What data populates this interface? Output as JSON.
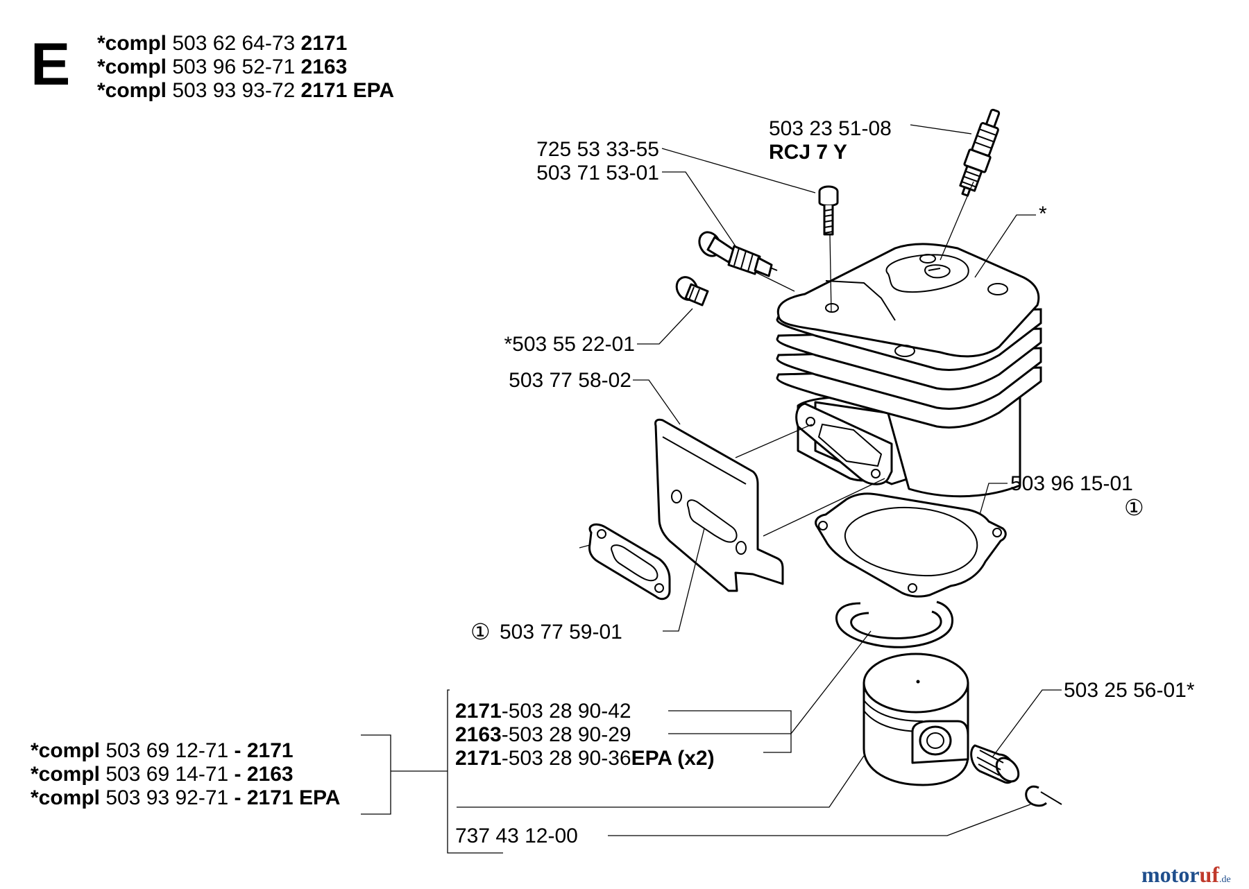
{
  "section": "E",
  "top_kits": [
    {
      "pre": "*compl",
      "num": "503 62 64-73",
      "model": "2171"
    },
    {
      "pre": "*compl",
      "num": "503 96 52-71",
      "model": "2163"
    },
    {
      "pre": "*compl",
      "num": "503 93 93-72",
      "model": "2171 EPA"
    }
  ],
  "spark_plug": {
    "num": "503 23 51-08",
    "type": "RCJ 7 Y"
  },
  "screw": "725 53 33-55",
  "decomp_valve": "503 71 53-01",
  "plug": "*503 55 22-01",
  "heat_shield": "503 77 58-02",
  "cylinder_mark": "*",
  "base_gasket": {
    "num": "503 96 15-01",
    "mark": "①"
  },
  "exhaust_gasket": {
    "mark": "①",
    "num": "503 77 59-01"
  },
  "needle_bearing": "503 25 56-01*",
  "piston_variants": [
    {
      "model": "2171",
      "num": "-503 28 90-42",
      "suffix": ""
    },
    {
      "model": "2163",
      "num": "-503 28 90-29",
      "suffix": ""
    },
    {
      "model": "2171",
      "num": "-503 28 90-36",
      "suffix": "EPA (x2)"
    }
  ],
  "piston_kits": [
    {
      "pre": "*compl",
      "num": "503 69 12-71",
      "sep": "- ",
      "model": "2171"
    },
    {
      "pre": "*compl",
      "num": "503 69 14-71",
      "sep": "- ",
      "model": "2163"
    },
    {
      "pre": "*compl",
      "num": "503 93 92-71",
      "sep": "- ",
      "model": "2171 EPA"
    }
  ],
  "circlip": "737 43 12-00",
  "watermark": {
    "a": "motor",
    "b": "uf",
    "c": ".de"
  }
}
